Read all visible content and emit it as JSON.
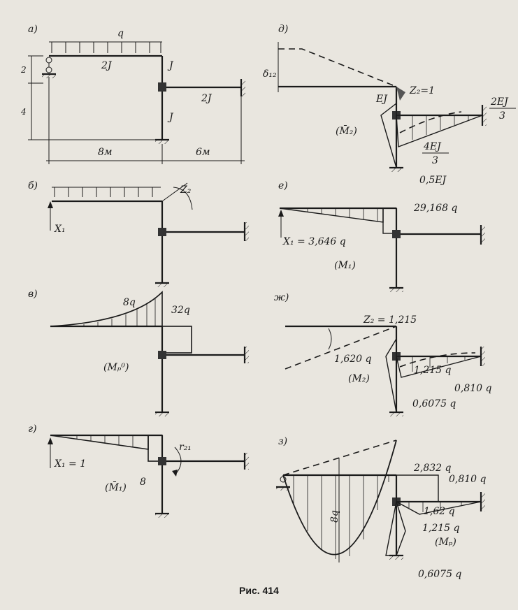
{
  "caption": "Рис. 414",
  "panels": {
    "a": {
      "tag": "а)",
      "load": "q",
      "span_left": "8м",
      "span_right": "6м",
      "height_top": "2",
      "height_bottom": "4",
      "stiff_inclined": "2J",
      "stiff_col_upper": "J",
      "stiff_right": "2J",
      "stiff_col_lower": "J"
    },
    "b": {
      "tag": "б)",
      "reaction": "X₁",
      "rotation": "Z₂"
    },
    "v": {
      "tag": "в)",
      "val_mid": "8q",
      "val_end": "32q",
      "diagram": "(Mₚ⁰)"
    },
    "g": {
      "tag": "г)",
      "reaction": "X₁ = 1",
      "val": "8",
      "reactive": "r₂₁",
      "diagram": "(M̄₁)"
    },
    "d": {
      "tag": "д)",
      "delta": "δ₁₂",
      "rot": "Z₂=1",
      "ej": "EJ",
      "ej43": "4EJ",
      "ej43_den": "3",
      "ej23": "2EJ",
      "ej23_den": "3",
      "ej05": "0,5EJ",
      "diagram": "(M̄₂)"
    },
    "e": {
      "tag": "е)",
      "val": "29,168 q",
      "reaction": "X₁ = 3,646 q",
      "diagram": "(M₁)"
    },
    "zh": {
      "tag": "ж)",
      "rot": "Z₂ = 1,215",
      "v1": "1,620 q",
      "v2": "1,215 q",
      "v3": "0,810 q",
      "v4": "0,6075 q",
      "diagram": "(M₂)"
    },
    "z": {
      "tag": "з)",
      "v1": "2,832 q",
      "v2": "0,810 q",
      "v3": "8q",
      "v4": "1,62 q",
      "v5": "1,215 q",
      "v6": "0,6075 q",
      "diagram": "(Mₚ)"
    }
  }
}
